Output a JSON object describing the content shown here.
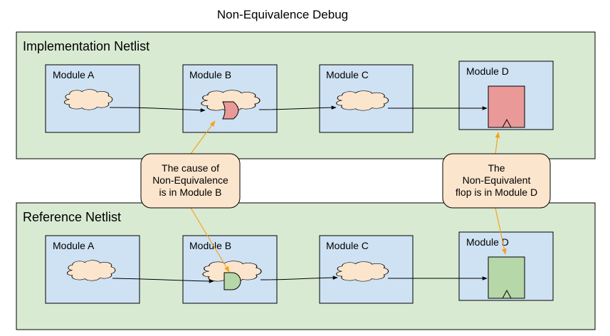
{
  "title": "Non-Equivalence Debug",
  "implementation": {
    "title": "Implementation Netlist",
    "modules": [
      "Module A",
      "Module B",
      "Module C",
      "Module D"
    ],
    "flop_color": "#ea9999"
  },
  "reference": {
    "title": "Reference Netlist",
    "modules": [
      "Module A",
      "Module B",
      "Module C",
      "Module D"
    ],
    "flop_color": "#b6d7a8"
  },
  "callouts": {
    "cause": [
      "The cause of",
      "Non-Equivalence",
      "is in Module B"
    ],
    "flop": [
      "The",
      "Non-Equivalent",
      "flop is in Module D"
    ]
  },
  "colors": {
    "netlist_fill": "#d9ead3",
    "module_fill": "#cfe2f3",
    "cloud_fill": "#fce5cd",
    "callout_fill": "#fce5cd",
    "callout_arrow": "#f6a21a",
    "impl_gate": "#ea9999",
    "ref_gate": "#b6d7a8"
  }
}
